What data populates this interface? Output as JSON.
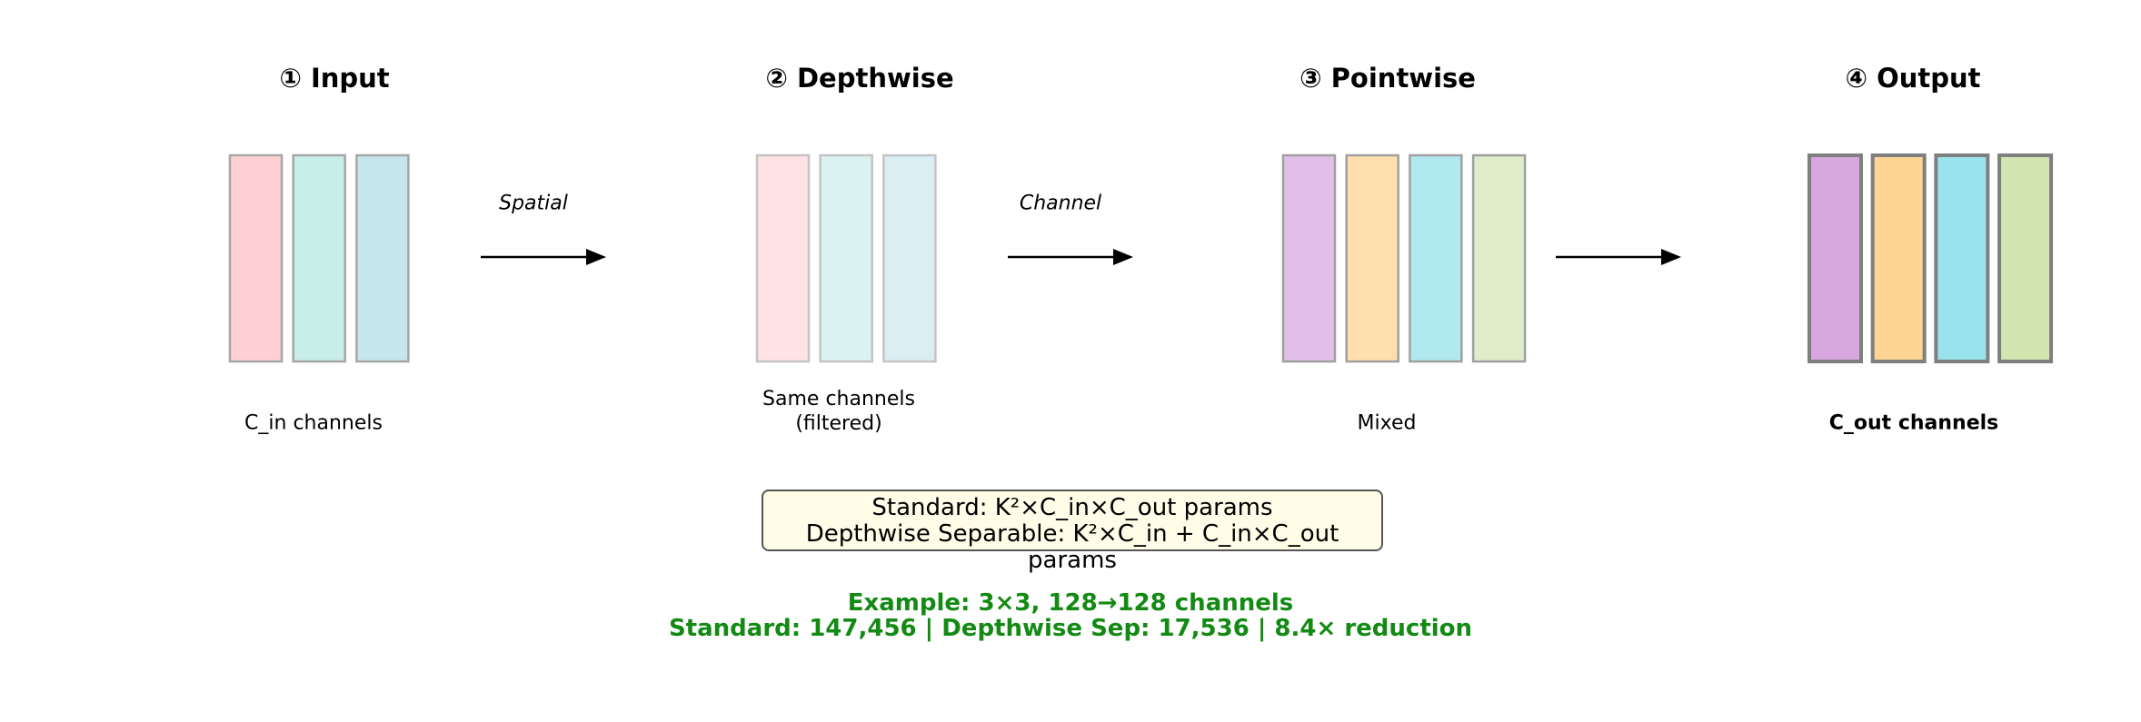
{
  "stages": [
    {
      "title": "① Input",
      "caption": "C_in channels",
      "caption_bold": false,
      "channels": [
        {
          "fill": "#ffd0d3",
          "stroke": "#a6a6a6"
        },
        {
          "fill": "#c8eee9",
          "stroke": "#a6a6a6"
        },
        {
          "fill": "#c6e6ee",
          "stroke": "#a6a6a6"
        }
      ]
    },
    {
      "title": "② Depthwise",
      "caption": "Same channels\n(filtered)",
      "caption_bold": false,
      "channels": [
        {
          "fill": "#ffe2e4",
          "stroke": "#c4c4c4"
        },
        {
          "fill": "#daf3f0",
          "stroke": "#c4c4c4"
        },
        {
          "fill": "#d9eff3",
          "stroke": "#c4c4c4"
        }
      ]
    },
    {
      "title": "③ Pointwise",
      "caption": "Mixed",
      "caption_bold": false,
      "channels": [
        {
          "fill": "#e2bfe9",
          "stroke": "#a0a0a0"
        },
        {
          "fill": "#ffdfae",
          "stroke": "#a0a0a0"
        },
        {
          "fill": "#b1e9f0",
          "stroke": "#a0a0a0"
        },
        {
          "fill": "#dfecc9",
          "stroke": "#a0a0a0"
        }
      ]
    },
    {
      "title": "④ Output",
      "caption": "C_out channels",
      "caption_bold": true,
      "channels": [
        {
          "fill": "#d8a7df",
          "stroke": "#7f7f7f"
        },
        {
          "fill": "#ffd593",
          "stroke": "#7f7f7f"
        },
        {
          "fill": "#99e3ec",
          "stroke": "#7f7f7f"
        },
        {
          "fill": "#d1e6b1",
          "stroke": "#7f7f7f"
        }
      ]
    }
  ],
  "arrows": [
    {
      "label": "Spatial"
    },
    {
      "label": "Channel"
    },
    {
      "label": ""
    }
  ],
  "formula": {
    "line1": "Standard: K²×C_in×C_out params",
    "line2": "Depthwise Separable: K²×C_in + C_in×C_out params"
  },
  "example": {
    "line1": "Example: 3×3, 128→128 channels",
    "line2": "Standard: 147,456 | Depthwise Sep: 17,536 | 8.4× reduction",
    "color": "#138a13"
  }
}
